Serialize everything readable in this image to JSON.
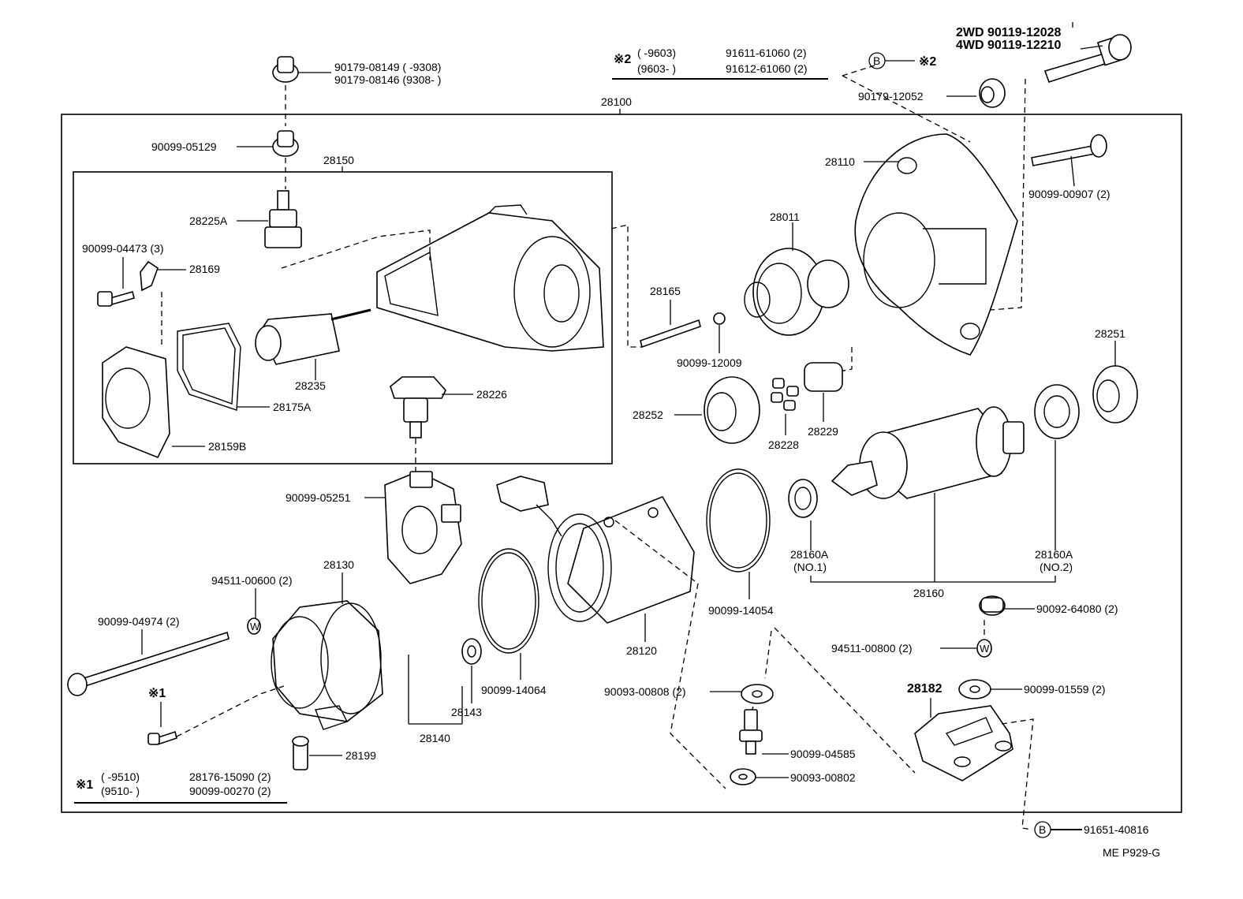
{
  "diagram_id": "ME P929-G",
  "labels": {
    "assembly": "28100",
    "switch_assy": "28150",
    "terminal_kit": "28225A",
    "bolt_3": "90099-04473 (3)",
    "clamp": "28169",
    "plunger": "28235",
    "gasket": "28175A",
    "cover": "28159B",
    "terminal_26": "28226",
    "nut_top_1": "90179-08149 (         -9308)",
    "nut_top_2": "90179-08146 (9308-         )",
    "nut_05129": "90099-05129",
    "nut_05251": "90099-05251",
    "spring": "28165",
    "ball": "90099-12009",
    "clutch": "28011",
    "housing": "28110",
    "bolt_00907": "90099-00907 (2)",
    "nut_12052": "90179-12052",
    "bolt_2wd": "2WD  90119-12028",
    "bolt_4wd": "4WD  90119-12210",
    "gear_51": "28251",
    "gear_52": "28252",
    "roller": "28228",
    "retainer": "28229",
    "bearing_1": "28160A",
    "bearing_1_no": "(NO.1)",
    "bearing_2": "28160A",
    "bearing_2_no": "(NO.2)",
    "armature": "28160",
    "end_frame": "28130",
    "washer_600": "94511-00600 (2)",
    "through_bolt": "90099-04974 (2)",
    "mark1": "※1",
    "brush_holder": "28140",
    "bushing_143": "28143",
    "oring_1": "90099-14064",
    "yoke": "28120",
    "oring_2": "90099-14054",
    "stud_199": "28199",
    "cap_64080": "90092-64080 (2)",
    "washer_800": "94511-00800 (2)",
    "washer_01559": "90099-01559 (2)",
    "bracket": "28182",
    "washer_808": "90093-00808 (2)",
    "stud_04585": "90099-04585",
    "washer_802": "90093-00802",
    "b_bolt": "91651-40816",
    "b_mark": "B",
    "w_mark": "W"
  },
  "note1": {
    "mark": "※1",
    "row1_range": "(         -9510)",
    "row1_part": "28176-15090 (2)",
    "row2_range": "(9510-         )",
    "row2_part": "90099-00270 (2)"
  },
  "note2": {
    "mark": "※2",
    "row1_range": "(         -9603)",
    "row1_part": "91611-61060 (2)",
    "row2_range": "(9603-         )",
    "row2_part": "91612-61060 (2)",
    "b_ref_mark": "※2"
  }
}
